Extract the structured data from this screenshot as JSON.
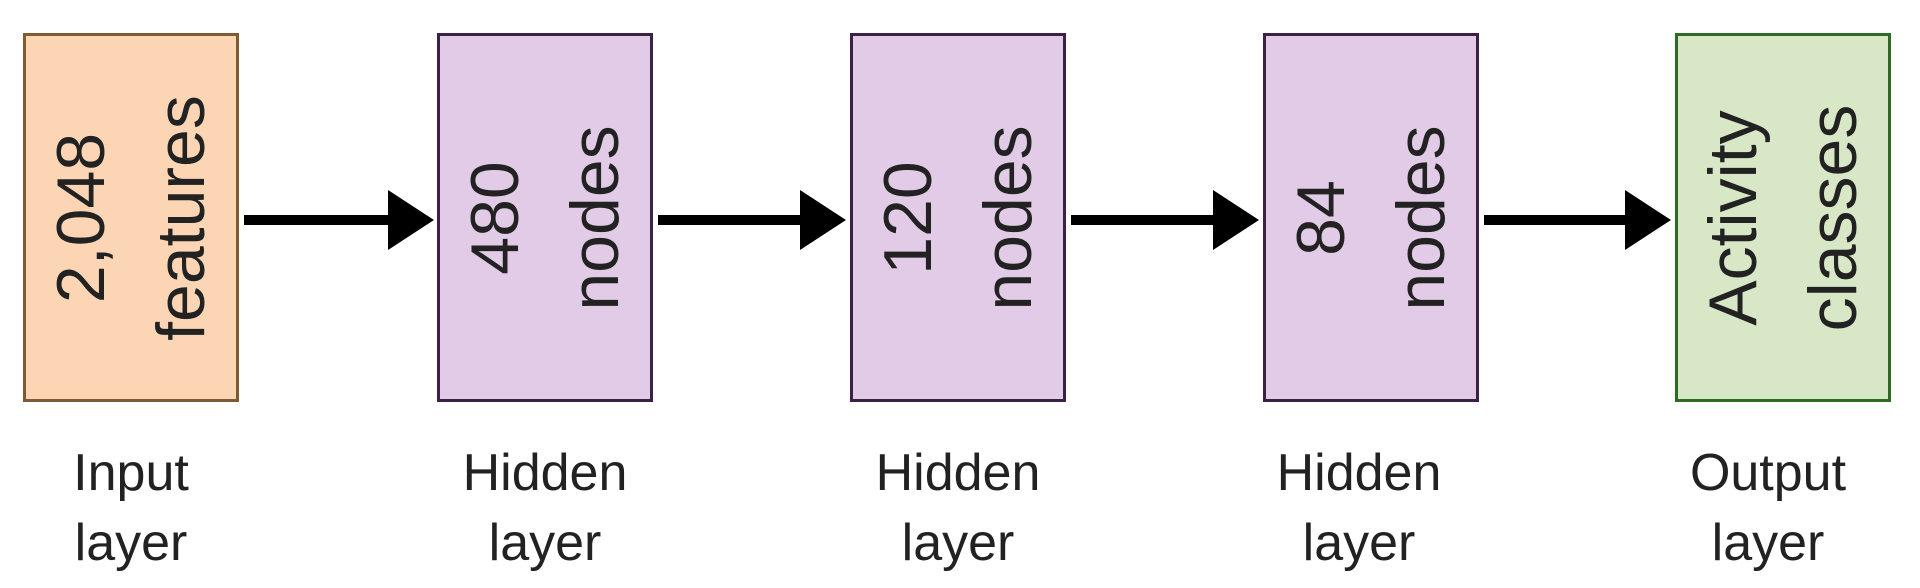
{
  "colors": {
    "input_fill": "#fcd5b5",
    "input_border": "#7f5a33",
    "hidden_fill": "#e1cbe6",
    "hidden_border": "#3b2244",
    "output_fill": "#d8e8c6",
    "output_border": "#2f6a25",
    "arrow": "#000000"
  },
  "layers": [
    {
      "box_line1": "2,048",
      "box_line2": "features",
      "caption_line1": "Input",
      "caption_line2": "layer"
    },
    {
      "box_line1": "480",
      "box_line2": "nodes",
      "caption_line1": "Hidden",
      "caption_line2": "layer"
    },
    {
      "box_line1": "120",
      "box_line2": "nodes",
      "caption_line1": "Hidden",
      "caption_line2": "layer"
    },
    {
      "box_line1": "84",
      "box_line2": "nodes",
      "caption_line1": "Hidden",
      "caption_line2": "layer"
    },
    {
      "box_line1": "Activity",
      "box_line2": "classes",
      "caption_line1": "Output",
      "caption_line2": "layer"
    }
  ]
}
